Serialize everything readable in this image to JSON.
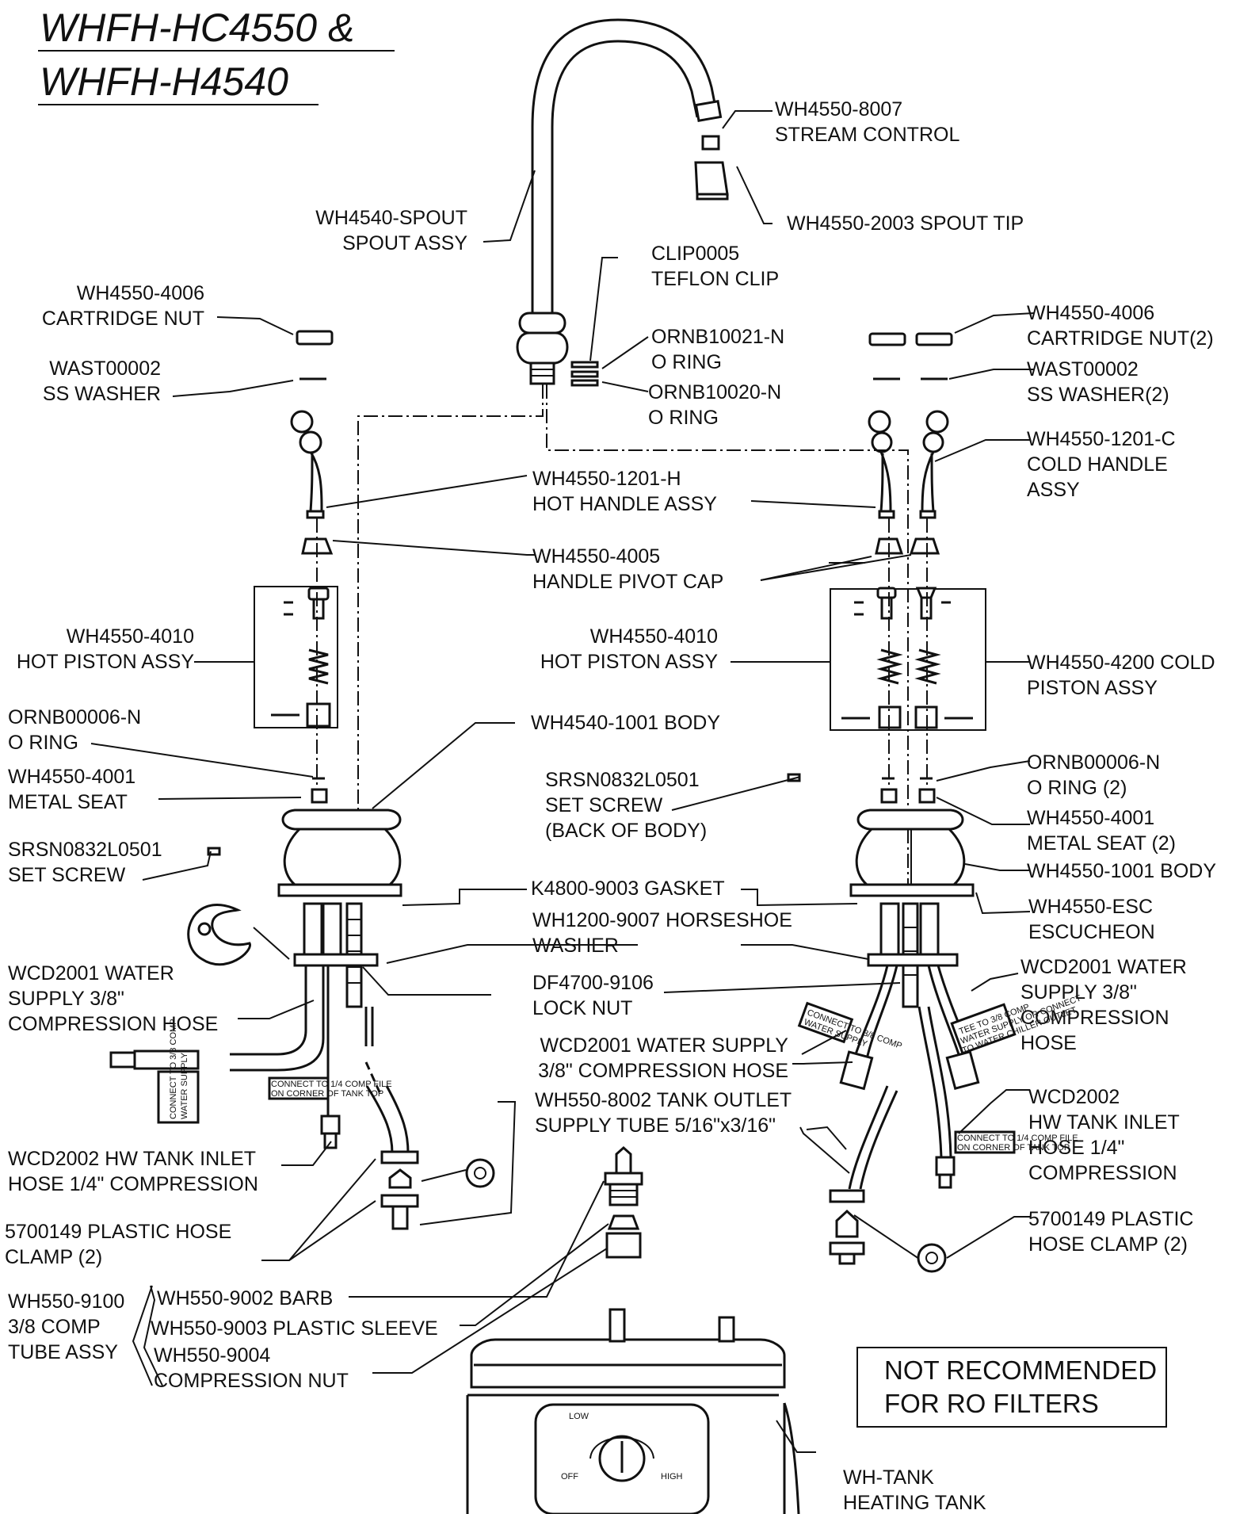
{
  "title": {
    "line1": "WHFH-HC4550 &",
    "line2": "WHFH-H4540"
  },
  "labels": [
    {
      "id": "stream-control",
      "lines": [
        "WH4550-8007",
        "STREAM CONTROL"
      ]
    },
    {
      "id": "spout-tip",
      "lines": [
        "WH4550-2003 SPOUT TIP"
      ]
    },
    {
      "id": "spout-assy",
      "lines": [
        "WH4540-SPOUT",
        "SPOUT ASSY"
      ]
    },
    {
      "id": "teflon-clip",
      "lines": [
        "CLIP0005",
        "TEFLON CLIP"
      ]
    },
    {
      "id": "oring-21",
      "lines": [
        "ORNB10021-N",
        "O RING"
      ]
    },
    {
      "id": "oring-20",
      "lines": [
        "ORNB10020-N",
        "O RING"
      ]
    },
    {
      "id": "cartridge-nut-left",
      "lines": [
        "WH4550-4006",
        "CARTRIDGE NUT"
      ]
    },
    {
      "id": "ss-washer-left",
      "lines": [
        "WAST00002",
        "SS WASHER"
      ]
    },
    {
      "id": "cartridge-nut-right",
      "lines": [
        "WH4550-4006",
        "CARTRIDGE NUT(2)"
      ]
    },
    {
      "id": "ss-washer-right",
      "lines": [
        "WAST00002",
        "SS WASHER(2)"
      ]
    },
    {
      "id": "cold-handle",
      "lines": [
        "WH4550-1201-C",
        "COLD HANDLE",
        "ASSY"
      ]
    },
    {
      "id": "hot-handle",
      "lines": [
        "WH4550-1201-H",
        "HOT HANDLE ASSY"
      ]
    },
    {
      "id": "handle-pivot-cap",
      "lines": [
        "WH4550-4005",
        "HANDLE PIVOT CAP"
      ]
    },
    {
      "id": "hot-piston-left",
      "lines": [
        "WH4550-4010",
        "HOT PISTON ASSY"
      ]
    },
    {
      "id": "hot-piston-center",
      "lines": [
        "WH4550-4010",
        "HOT PISTON ASSY"
      ]
    },
    {
      "id": "cold-piston",
      "lines": [
        "WH4550-4200 COLD",
        "PISTON ASSY"
      ]
    },
    {
      "id": "oring-left",
      "lines": [
        "ORNB00006-N",
        "O RING"
      ]
    },
    {
      "id": "body-4540",
      "lines": [
        "WH4540-1001 BODY"
      ]
    },
    {
      "id": "metal-seat-left",
      "lines": [
        "WH4550-4001",
        "METAL SEAT"
      ]
    },
    {
      "id": "set-screw-center",
      "lines": [
        "SRSN0832L0501",
        "SET SCREW",
        "(BACK OF BODY)"
      ]
    },
    {
      "id": "oring-right",
      "lines": [
        "ORNB00006-N",
        "O RING (2)"
      ]
    },
    {
      "id": "metal-seat-right",
      "lines": [
        "WH4550-4001",
        "METAL SEAT (2)"
      ]
    },
    {
      "id": "set-screw-left",
      "lines": [
        "SRSN0832L0501",
        "SET SCREW"
      ]
    },
    {
      "id": "body-4550",
      "lines": [
        "WH4550-1001 BODY"
      ]
    },
    {
      "id": "gasket",
      "lines": [
        "K4800-9003 GASKET"
      ]
    },
    {
      "id": "escucheon",
      "lines": [
        "WH4550-ESC",
        "ESCUCHEON"
      ]
    },
    {
      "id": "horseshoe",
      "lines": [
        "WH1200-9007 HORSESHOE",
        "WASHER"
      ]
    },
    {
      "id": "water-supply-left",
      "lines": [
        "WCD2001 WATER",
        "SUPPLY 3/8\"",
        "COMPRESSION HOSE"
      ]
    },
    {
      "id": "lock-nut",
      "lines": [
        "DF4700-9106",
        "LOCK NUT"
      ]
    },
    {
      "id": "water-supply-right",
      "lines": [
        "WCD2001 WATER",
        "SUPPLY 3/8\"",
        "COMPRESSION",
        "HOSE"
      ]
    },
    {
      "id": "water-supply-center",
      "lines": [
        "WCD2001 WATER SUPPLY",
        "3/8\" COMPRESSION HOSE"
      ]
    },
    {
      "id": "tank-outlet",
      "lines": [
        "WH550-8002 TANK OUTLET",
        "SUPPLY TUBE 5/16\"x3/16\""
      ]
    },
    {
      "id": "tank-inlet-right",
      "lines": [
        "WCD2002",
        "HW TANK INLET",
        "HOSE 1/4\"",
        "COMPRESSION"
      ]
    },
    {
      "id": "tank-inlet-left",
      "lines": [
        "WCD2002 HW TANK INLET",
        "HOSE 1/4\" COMPRESSION"
      ]
    },
    {
      "id": "hose-clamp-left",
      "lines": [
        "5700149 PLASTIC HOSE",
        "CLAMP (2)"
      ]
    },
    {
      "id": "hose-clamp-right",
      "lines": [
        "5700149 PLASTIC",
        "HOSE CLAMP (2)"
      ]
    },
    {
      "id": "tube-assy",
      "lines": [
        "WH550-9100",
        "3/8 COMP",
        "TUBE ASSY"
      ]
    },
    {
      "id": "barb",
      "lines": [
        "WH550-9002 BARB"
      ]
    },
    {
      "id": "plastic-sleeve",
      "lines": [
        "WH550-9003 PLASTIC SLEEVE"
      ]
    },
    {
      "id": "compression-nut",
      "lines": [
        "WH550-9004",
        "COMPRESSION NUT"
      ]
    },
    {
      "id": "heating-tank",
      "lines": [
        "WH-TANK",
        "HEATING TANK"
      ]
    }
  ],
  "tags": {
    "connect_38_a": "CONNECT TO 3/8 COMP",
    "connect_38_b": "WATER SUPPLY",
    "connect_14_a": "CONNECT TO 1/4 COMP FILE",
    "connect_14_b": "ON CORNER OF TANK TOP",
    "tee_a": "TEE TO 3/8 COMP",
    "tee_b": "WATER SUPPLY OR CONNECT",
    "tee_c": "TO WATER CHILLER OUTLET"
  },
  "dial": {
    "low": "LOW",
    "off": "OFF",
    "high": "HIGH"
  },
  "note": {
    "line1": "NOT RECOMMENDED",
    "line2": "FOR  RO FILTERS"
  }
}
